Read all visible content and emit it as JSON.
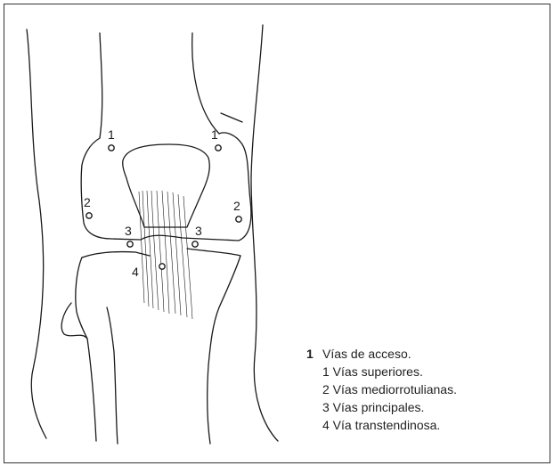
{
  "figure": {
    "points": [
      {
        "label": "1"
      },
      {
        "label": "1"
      },
      {
        "label": "2"
      },
      {
        "label": "2"
      },
      {
        "label": "3"
      },
      {
        "label": "3"
      },
      {
        "label": "4"
      }
    ]
  },
  "caption": {
    "number": "1",
    "title": "Vías de acceso.",
    "items": [
      "1 Vías superiores.",
      "2 Vías mediorrotulianas.",
      "3 Vías principales.",
      "4 Vía transtendinosa."
    ]
  },
  "colors": {
    "line": "#1a1a1a",
    "border": "#333333",
    "background": "#ffffff"
  }
}
